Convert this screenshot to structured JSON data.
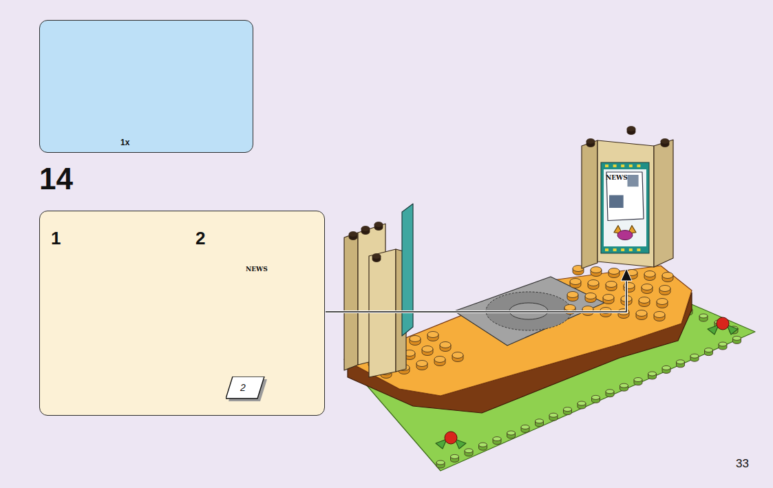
{
  "diagram": {
    "nodes": [
      {
        "text": [
          "1x"
        ]
      },
      {
        "text": [
          "1",
          "2"
        ]
      },
      {
        "text": [
          "2"
        ],
        "in": 1
      }
    ],
    "edges": [],
    "labels": [
      "14",
      "NEWS",
      "NEWS",
      "33"
    ]
  }
}
